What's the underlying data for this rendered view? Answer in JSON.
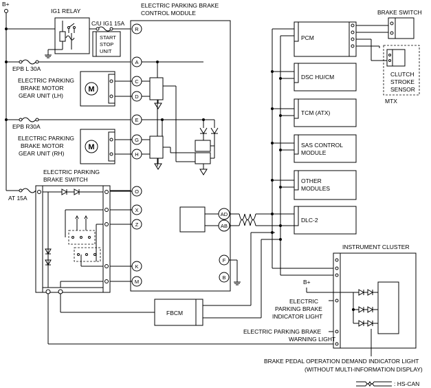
{
  "supply": {
    "b_plus": "B+"
  },
  "ig1_relay": {
    "label": "IG1 RELAY"
  },
  "fuses": {
    "cu_ig1": "C/U IG1 15A",
    "epb_l": "EPB L 30A",
    "epb_r": "EPB R30A",
    "at": "AT 15A"
  },
  "start_stop_unit": {
    "line1": "START",
    "line2": "STOP",
    "line3": "UNIT"
  },
  "epb_module": {
    "line1": "ELECTRIC PARKING BRAKE",
    "line2": "CONTROL MODULE"
  },
  "motor_lh": {
    "line1": "ELECTRIC PARKING",
    "line2": "BRAKE MOTOR",
    "line3": "GEAR UNIT (LH)"
  },
  "motor_rh": {
    "line1": "ELECTRIC PARKING",
    "line2": "BRAKE MOTOR",
    "line3": "GEAR UNIT (RH)"
  },
  "motor_symbol": "M",
  "epb_switch": {
    "line1": "ELECTRIC PARKING",
    "line2": "BRAKE SWITCH"
  },
  "pins": {
    "R": "R",
    "A": "A",
    "C": "C",
    "D": "D",
    "E": "E",
    "G": "G",
    "H": "H",
    "O": "O",
    "X": "X",
    "Z": "Z",
    "K": "K",
    "M": "M",
    "F": "F",
    "B": "B",
    "AD": "AD",
    "AB": "AB"
  },
  "can_modules": [
    "PCM",
    "DSC HU/CM",
    "TCM (ATX)",
    "SAS CONTROL",
    "MODULE",
    "OTHER",
    "MODULES",
    "DLC-2"
  ],
  "brake_switch": {
    "label": "BRAKE SWITCH"
  },
  "clutch_sensor": {
    "line1": "CLUTCH",
    "line2": "STROKE",
    "line3": "SENSOR",
    "variant": "MTX"
  },
  "instrument_cluster": {
    "label": "INSTRUMENT CLUSTER",
    "b_plus": "B+"
  },
  "fbcm": {
    "label": "FBCM"
  },
  "indicators": {
    "epb_ind_1": "ELECTRIC",
    "epb_ind_2": "PARKING BRAKE",
    "epb_ind_3": "INDICATOR LIGHT",
    "warn_1": "ELECTRIC PARKING BRAKE",
    "warn_2": "WARNING LIGHT",
    "pedal_1": "BRAKE PEDAL OPERATION DEMAND INDICATOR LIGHT",
    "pedal_2": "(WITHOUT MULTI-INFORMATION DISPLAY)"
  },
  "legend": {
    "hs_can": ": HS-CAN"
  }
}
